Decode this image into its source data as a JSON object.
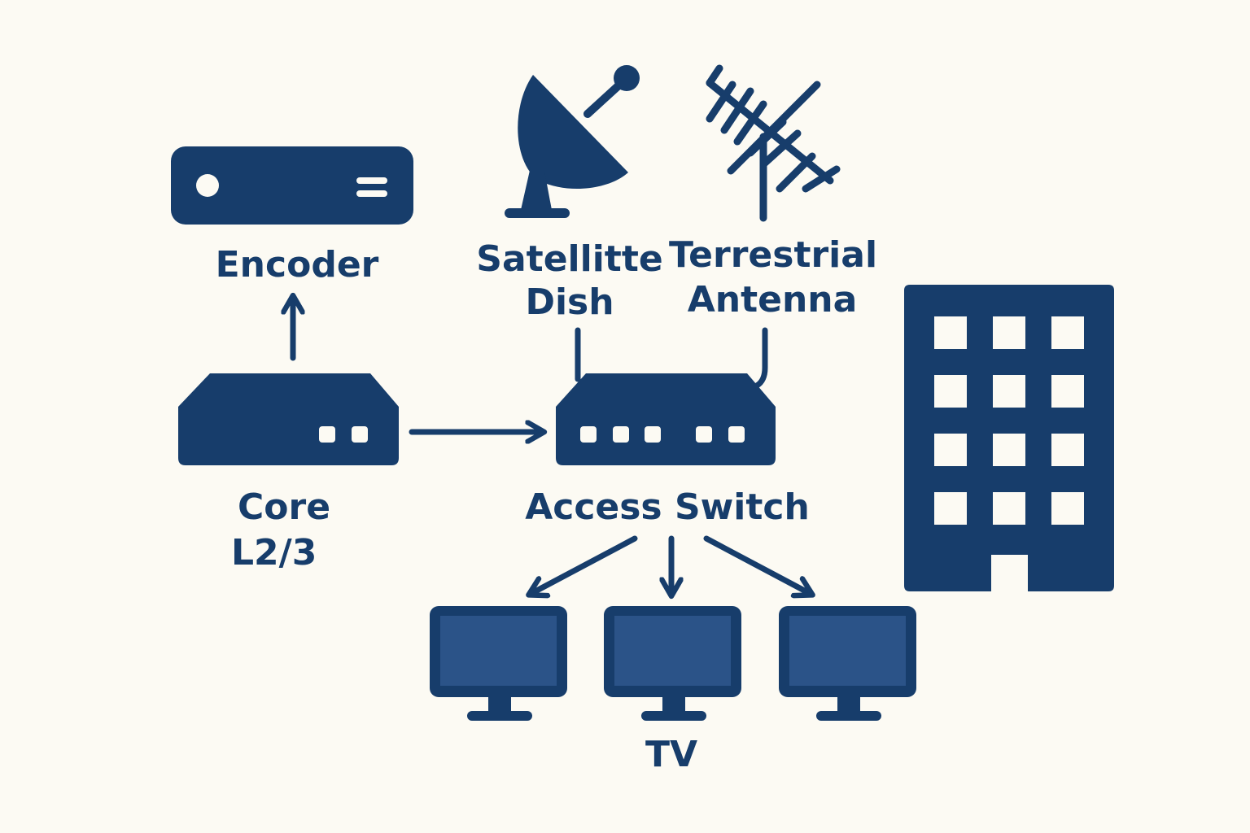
{
  "colors": {
    "background": "#fcfaf3",
    "primary": "#173d6b",
    "screen": "#2b5388"
  },
  "nodes": {
    "encoder": {
      "label": "Encoder",
      "icon": "encoder-box-icon"
    },
    "core": {
      "label_line1": "Core",
      "label_line2": "L2/3",
      "icon": "router-icon"
    },
    "satellite": {
      "label_line1": "Satellitte",
      "label_line2": "Dish",
      "icon": "satellite-dish-icon"
    },
    "terrestrial": {
      "label_line1": "Terrestrial",
      "label_line2": "Antenna",
      "icon": "antenna-icon"
    },
    "access_switch": {
      "label": "Access Switch",
      "icon": "switch-icon"
    },
    "tv": {
      "label": "TV",
      "count": 3,
      "icon": "monitor-icon"
    },
    "building": {
      "icon": "building-icon"
    }
  },
  "edges": [
    {
      "from": "core",
      "to": "encoder"
    },
    {
      "from": "core",
      "to": "access_switch"
    },
    {
      "from": "satellite",
      "to": "access_switch"
    },
    {
      "from": "terrestrial",
      "to": "access_switch"
    },
    {
      "from": "access_switch",
      "to": "tv"
    }
  ]
}
